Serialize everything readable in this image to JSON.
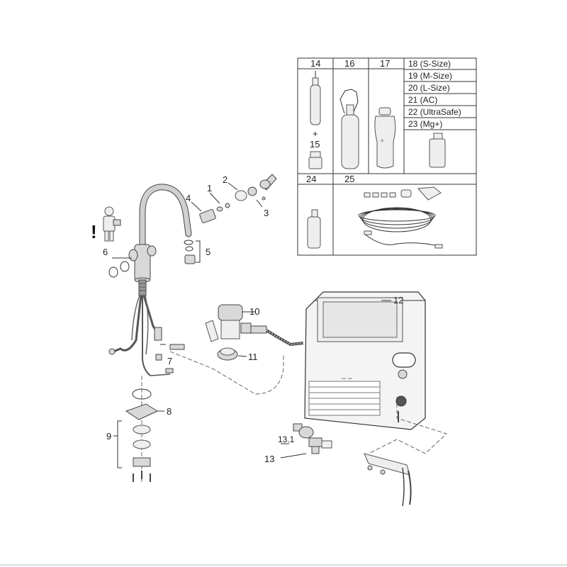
{
  "callouts": {
    "c1": "1",
    "c2": "2",
    "c3": "3",
    "c4": "4",
    "c5": "5",
    "c6": "6",
    "c7": "7",
    "c8": "8",
    "c9": "9",
    "c10": "10",
    "c11": "11",
    "c12": "12",
    "c13": "13",
    "c13_1": "13.1"
  },
  "table": {
    "h14": "14",
    "plus": "+",
    "h15": "15",
    "h16": "16",
    "h17": "17",
    "sizes": [
      "18 (S-Size)",
      "19 (M-Size)",
      "20 (L-Size)",
      "21 (AC)",
      "22 (UltraSafe)",
      "23 (Mg+)"
    ],
    "h24": "24",
    "h25": "25"
  },
  "warning": "!"
}
